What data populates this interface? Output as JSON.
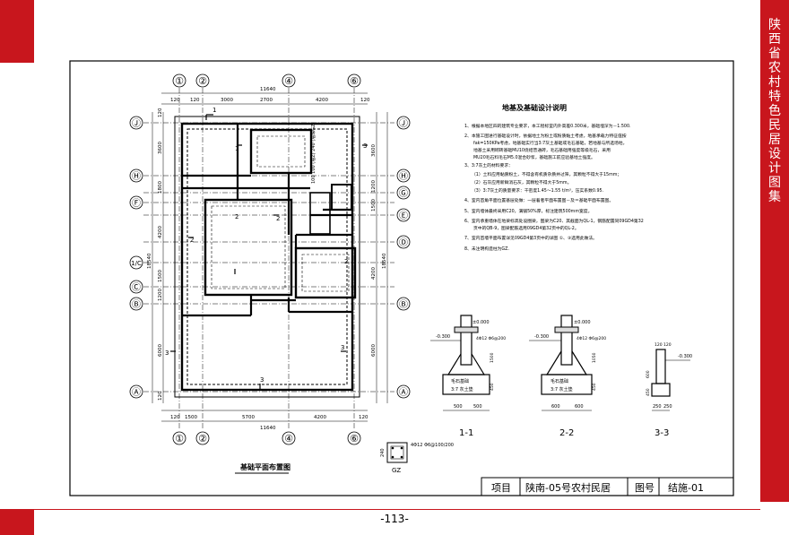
{
  "series_title": [
    "陕",
    "西",
    "省",
    "农",
    "村",
    "特",
    "色",
    "民",
    "居",
    "设",
    "计",
    "图",
    "集"
  ],
  "page_number": "-113-",
  "plan": {
    "title": "基础平面布置图",
    "axes_top": [
      "①",
      "②",
      "④",
      "⑥"
    ],
    "axes_bottom": [
      "①",
      "②",
      "④",
      "⑥"
    ],
    "axes_side": [
      "Ⓙ",
      "Ⓗ",
      "Ⓖ",
      "Ⓕ",
      "Ⓔ",
      "Ⓓ",
      "1/C",
      "Ⓒ",
      "Ⓑ",
      "Ⓐ"
    ],
    "dims_top_1": [
      "120",
      "3000",
      "2700",
      "4200",
      "120"
    ],
    "dims_top_2": "11640",
    "dims_top_3": "120",
    "dims_bottom_1": [
      "120",
      "1500",
      "5700",
      "4200",
      "120"
    ],
    "dims_bottom_2": "11640",
    "dims_left": [
      "120",
      "3600",
      "1800",
      "4200",
      "1500",
      "1200",
      "6000",
      "120"
    ],
    "dims_left_total": "18540",
    "dims_right": [
      "3600",
      "1200",
      "1500",
      "4200",
      "6000"
    ],
    "dims_right_total": "18540",
    "pier_note": "100 100 (墙Z) 240 (墙垛GZ)",
    "section_marks": [
      "1",
      "1",
      "2",
      "2",
      "2",
      "2",
      "3",
      "3",
      "3",
      "3"
    ],
    "gz_label": "GZ",
    "gz_dim": "240",
    "gz_rebar": "4Φ12 Φ6@100/200"
  },
  "notes": {
    "title": "地基及基础设计说明",
    "lines": [
      "1、根据本地区四的建筑专业要求，本工程标室内外高差0.300米，基础埋深为－1.500.",
      "2、本施工图进行基础设计时，依据地土为粉土或粉质黏土考虑，地基承载力特征值按",
      "fak=150KPa考虑，地基础实行当3:7灰土基础或毛石基础，若地基与所选场地，",
      "地基土采用砌砖基础MU10烧结普通砖，毛石基础用强度等级毛石，采用",
      "MU20毛石料毛石M5.0混合砂浆，基础施工前应验基地土强度。",
      "3、3:7灰土的材料要求：",
      "（1）土料应用黏质粉土，不得含有机质杂质并过筛，其颗粒不得大于15mm；",
      "（2）石灰应用新鲜消石灰，其颗粒不得大于5mm。",
      "（3）3:7灰土的质量要求：干密度1.45～1.55 t/m³，压实系数0.95.",
      "4、室内首角平面位置基层处做：一层着者平面布置图－及＝基础平面布置图。",
      "5、室内墙体最终采用C20，满铺50%厚，标注建筑500mm宽度。",
      "6、室内承重墙体在地梁标高处设圈梁，图梁为C20、其截面为QL-1，钢筋配置同09GD4第32",
      "页中的QB-9，图梁配筋选用09GD4第32页中的QL-2。",
      "7、室内首墙平面布置详见09GD4第3页中的详图 ①、③选用此做法。",
      "8、未注明构造柱为GZ."
    ]
  },
  "sections": [
    {
      "label": "1-1",
      "elev_top": "±0.000",
      "elev_side": "-0.300",
      "rebar": "4Φ12 Φ6@200",
      "material_1": "毛石基础",
      "material_2": "3:7 灰土垫",
      "widths": [
        "500",
        "500"
      ],
      "heights": [
        "1500",
        "450"
      ]
    },
    {
      "label": "2-2",
      "elev_top": "±0.000",
      "elev_side": "-0.300",
      "rebar": "4Φ12 Φ6@200",
      "material_1": "毛石基础",
      "material_2": "3:7 灰土垫",
      "widths": [
        "600",
        "600"
      ],
      "heights": [
        "1050",
        "450"
      ]
    },
    {
      "label": "3-3",
      "elev_top": "120 120",
      "elev_side": "-0.300",
      "rebar": "",
      "material_1": "",
      "material_2": "",
      "widths": [
        "250",
        "250"
      ],
      "heights": [
        "600",
        "450"
      ]
    }
  ],
  "titleblock": {
    "project_label": "项目",
    "project_value": "陕南-05号农村民居",
    "drawing_no_label": "图号",
    "drawing_no_value": "结施-01"
  }
}
